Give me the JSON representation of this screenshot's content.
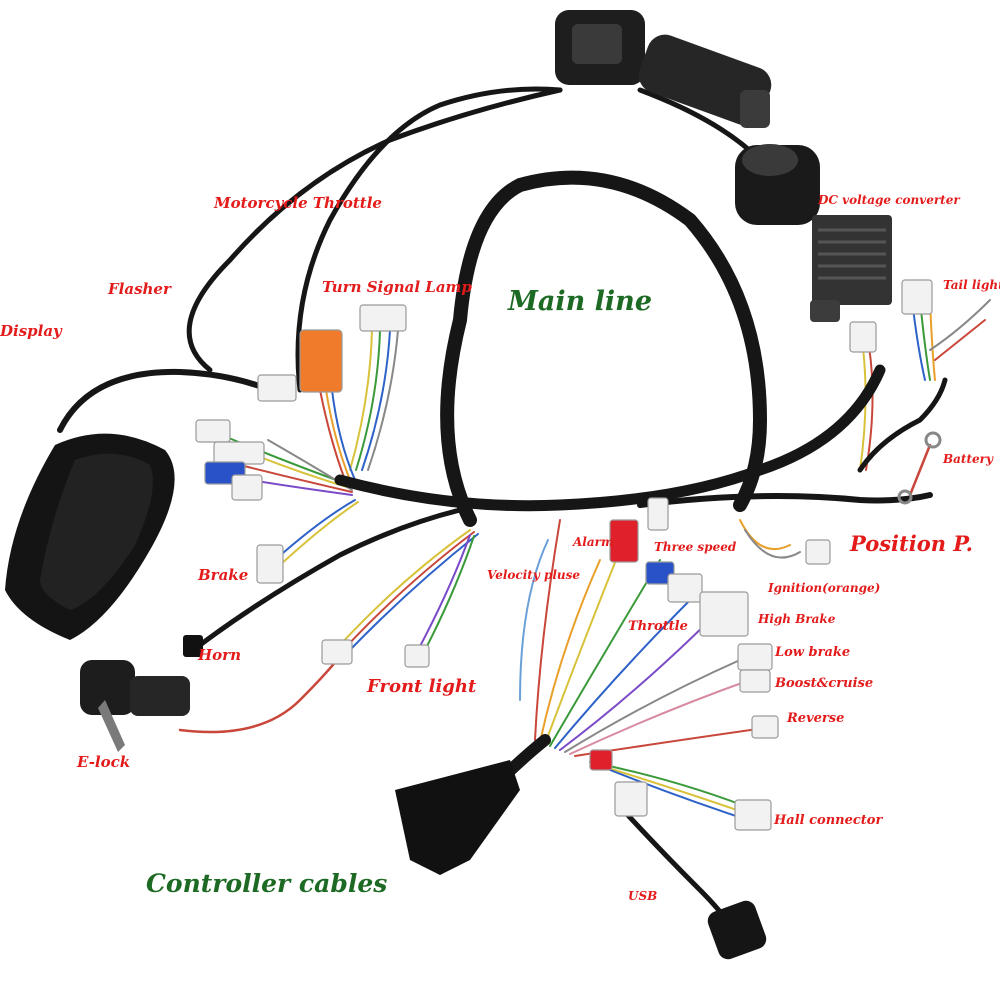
{
  "labels": {
    "motorcycle_throttle": "Motorcycle Throttle",
    "flasher": "Flasher",
    "turn_signal_lamp": "Turn Signal Lamp",
    "display": "Display",
    "main_line": "Main line",
    "dc_voltage_converter": "DC voltage converter",
    "tail_light": "Tail light",
    "battery": "Battery",
    "position_p": "Position P.",
    "alarm": "Alarm",
    "three_speed": "Three speed",
    "velocity_pluse": "Velocity pluse",
    "ignition_orange": "Ignition(orange)",
    "brake": "Brake",
    "throttle": "Throttle",
    "high_brake": "High Brake",
    "horn": "Horn",
    "front_light": "Front light",
    "low_brake": "Low brake",
    "boost_cruise": "Boost&cruise",
    "e_lock": "E-lock",
    "reverse": "Reverse",
    "hall_connector": "Hall connector",
    "controller_cables": "Controller cables",
    "usb": "USB"
  },
  "colors": {
    "label_red": "#e31b1b",
    "title_green": "#1d6a24",
    "cable_black": "#161616",
    "connector_white": "#f2f2f2",
    "connector_orange": "#f07b2a",
    "connector_red": "#e0202a",
    "connector_blue": "#2a52c8"
  }
}
